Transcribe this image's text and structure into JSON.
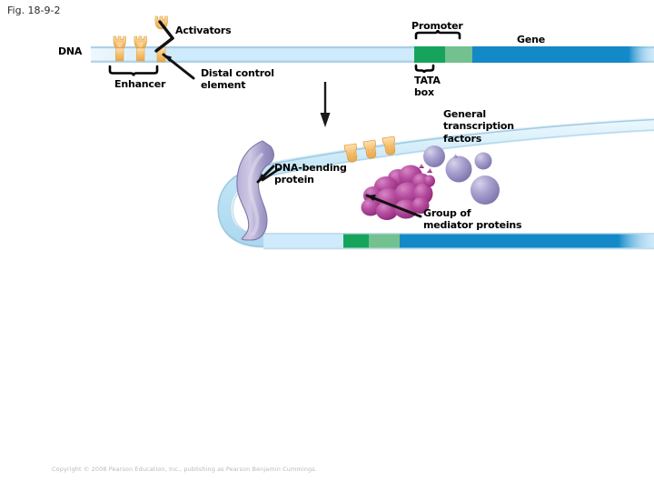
{
  "figure": {
    "caption": "Fig. 18-9-2",
    "copyright": "Copyright © 2008 Pearson Education, Inc., publishing as Pearson Benjamin Cummings."
  },
  "labels": {
    "dna": "DNA",
    "activators": "Activators",
    "enhancer": "Enhancer",
    "distal_control_element": "Distal control\nelement",
    "promoter": "Promoter",
    "gene": "Gene",
    "tata_box": "TATA\nbox",
    "general_transcription_factors": "General\ntranscription\nfactors",
    "dna_bending_protein": "DNA-bending\nprotein",
    "group_of_mediator_proteins": "Group of\nmediator proteins"
  },
  "colors": {
    "dna_backbone": "#bfe3f5",
    "dna_backbone_light": "#cfeafa",
    "dna_edge": "#9ac4dc",
    "tata_box": "#16a45c",
    "promoter_downstream": "#72c18e",
    "gene": "#1389c8",
    "activator_protein": "#f2b65a",
    "activator_protein_light": "#fad9a5",
    "bending_protein": "#9d95c4",
    "bending_protein_light": "#c4bedd",
    "mediator_protein": "#a8368f",
    "mediator_protein_light": "#c969b4",
    "transcription_factor": "#9a94c6",
    "arrow": "#1a1a1a",
    "caption_text": "#2b2b2b",
    "copyright_text": "#b9b9b9",
    "background": "#ffffff"
  },
  "diagram": {
    "type": "eukaryotic-gene-regulation",
    "top_strand": {
      "segments": [
        {
          "name": "upstream-dna",
          "color": "#cfeafa"
        },
        {
          "name": "tata-box",
          "color": "#16a45c"
        },
        {
          "name": "promoter-region",
          "color": "#72c18e"
        },
        {
          "name": "gene",
          "color": "#1389c8"
        }
      ]
    },
    "bottom_strand": {
      "segments": [
        {
          "name": "upstream-dna",
          "color": "#cfeafa"
        },
        {
          "name": "tata-box",
          "color": "#16a45c"
        },
        {
          "name": "promoter-region",
          "color": "#72c18e"
        },
        {
          "name": "gene",
          "color": "#1389c8"
        }
      ]
    },
    "activator_count_top": 3,
    "activator_count_bent": 3,
    "transcription_factor_count": 4,
    "mediator_sphere_count": 12
  }
}
